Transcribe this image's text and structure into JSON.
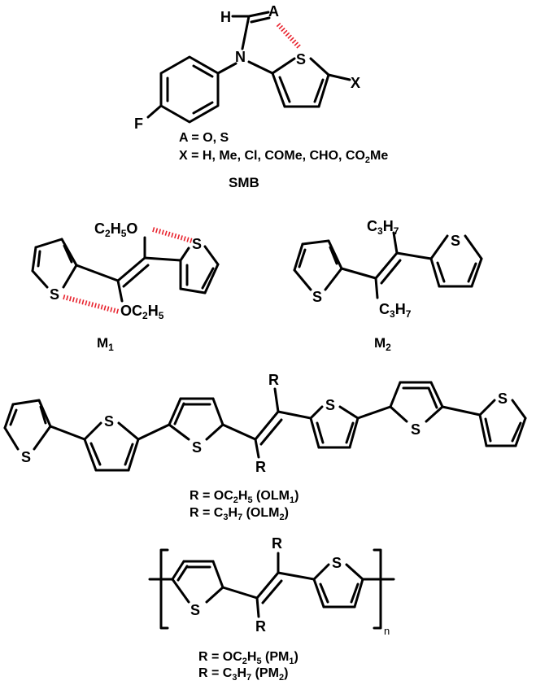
{
  "smb": {
    "atom_H": "H",
    "atom_A": "A",
    "atom_N": "N",
    "atom_S": "S",
    "atom_X": "X",
    "atom_F": "F",
    "line1": "A = O, S",
    "line2_main": "X = H, Me, Cl, COMe, CHO, CO",
    "line2_sub": "2",
    "line2_end": "Me",
    "name": "SMB"
  },
  "m1": {
    "et_top": {
      "a": "C",
      "s1": "2",
      "b": "H",
      "s2": "5",
      "c": "O"
    },
    "et_bot": {
      "a": "OC",
      "s1": "2",
      "b": "H",
      "s2": "5"
    },
    "atom_S": "S",
    "name": "M",
    "name_sub": "1"
  },
  "m2": {
    "pr": {
      "a": "C",
      "s1": "3",
      "b": "H",
      "s2": "7"
    },
    "atom_S": "S",
    "name": "M",
    "name_sub": "2"
  },
  "olm": {
    "atom_R": "R",
    "atom_S": "S",
    "cap1": {
      "a": "R = OC",
      "s1": "2",
      "b": "H",
      "s2": "5",
      "c": " (OLM",
      "s3": "1",
      "d": ")"
    },
    "cap2": {
      "a": "R = C",
      "s1": "3",
      "b": "H",
      "s2": "7",
      "c": " (OLM",
      "s3": "2",
      "d": ")"
    }
  },
  "pm": {
    "atom_R": "R",
    "atom_S": "S",
    "n": "n",
    "cap1": {
      "a": "R = OC",
      "s1": "2",
      "b": "H",
      "s2": "5",
      "c": " (PM",
      "s3": "1",
      "d": ")"
    },
    "cap2": {
      "a": "R = C",
      "s1": "3",
      "b": "H",
      "s2": "7",
      "c": " (PM",
      "s3": "2",
      "d": ")"
    }
  },
  "colors": {
    "bond": "#000000",
    "hbond": "#e8222d"
  }
}
